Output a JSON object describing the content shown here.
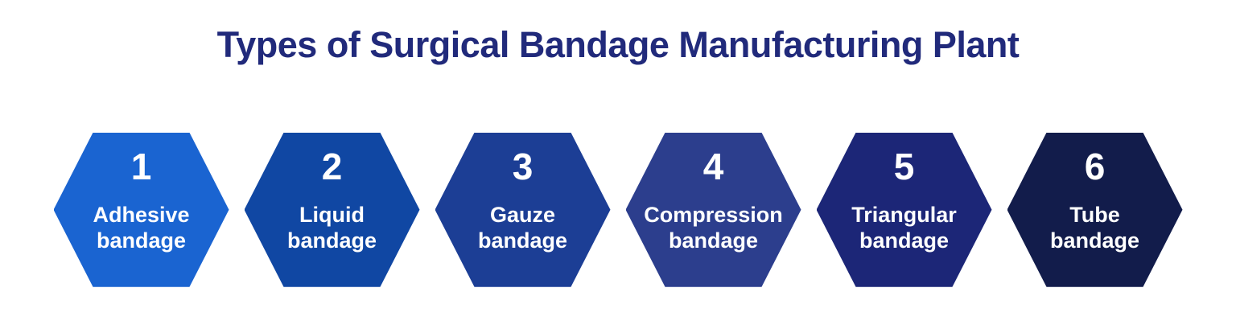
{
  "title": "Types of Surgical Bandage Manufacturing Plant",
  "colors": {
    "background": "#FFFFFF",
    "title": "#212A7B",
    "hex_text": "#FFFFFF"
  },
  "items": [
    {
      "number": "1",
      "label": "Adhesive\nbandage",
      "color": "#1A64D1"
    },
    {
      "number": "2",
      "label": "Liquid\nbandage",
      "color": "#1047A3"
    },
    {
      "number": "3",
      "label": "Gauze\nbandage",
      "color": "#1C3E95"
    },
    {
      "number": "4",
      "label": "Compression\nbandage",
      "color": "#2C3E8D"
    },
    {
      "number": "5",
      "label": "Triangular\nbandage",
      "color": "#1C2677"
    },
    {
      "number": "6",
      "label": "Tube\nbandage",
      "color": "#121C4B"
    }
  ]
}
